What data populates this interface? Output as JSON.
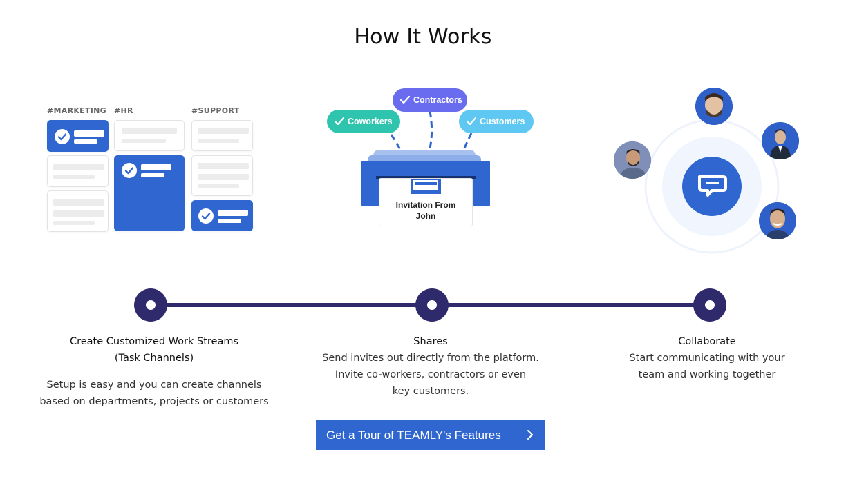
{
  "section": {
    "title": "How It Works"
  },
  "channels": {
    "columns": [
      {
        "label": "#MARKETING"
      },
      {
        "label": "#HR"
      },
      {
        "label": "#SUPPORT"
      }
    ]
  },
  "invite": {
    "chips": [
      {
        "label": "Contractors",
        "color": "#6a6cf0"
      },
      {
        "label": "Coworkers",
        "color": "#2fc4ae"
      },
      {
        "label": "Customers",
        "color": "#5ec8f2"
      }
    ],
    "card_text_line1": "Invitation From",
    "card_text_line2": "John"
  },
  "colors": {
    "accent": "#2f66d0",
    "timeline": "#2f2a6b"
  },
  "steps": [
    {
      "title_line1": "Create Customized Work Streams",
      "title_line2": "(Task Channels)",
      "desc_line1": "Setup is easy and you can create channels",
      "desc_line2": "based on departments, projects or customers"
    },
    {
      "title_line1": "Shares",
      "desc_line1": "Send invites out directly from the platform.",
      "desc_line2": "Invite co-workers, contractors or even",
      "desc_line3": "key customers."
    },
    {
      "title_line1": "Collaborate",
      "desc_line1": "Start communicating with your",
      "desc_line2": "team and working together"
    }
  ],
  "cta": {
    "label": "Get a Tour of TEAMLY's Features",
    "icon": "chevron-right-icon"
  }
}
